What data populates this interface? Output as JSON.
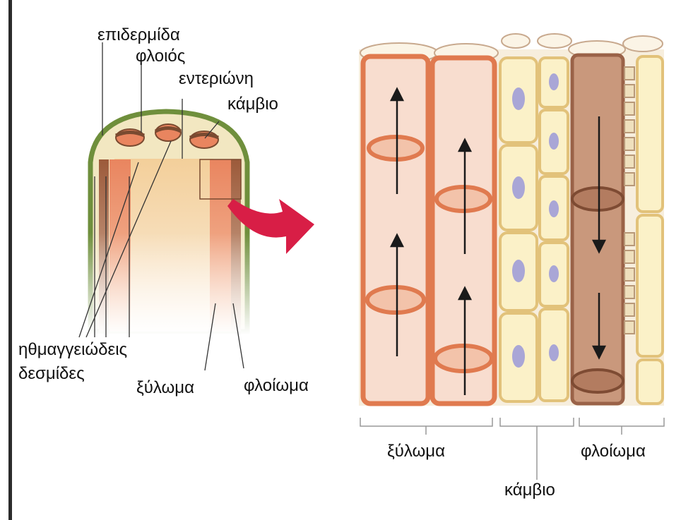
{
  "labels": {
    "epidermis": "επιδερμίδα",
    "cortex": "φλοιός",
    "pith": "εντεριώνη",
    "cambium_top": "κάμβιο",
    "vascular_bundles_1": "ηθμαγγειώδεις",
    "vascular_bundles_2": "δεσμίδες",
    "xylem_left": "ξύλωμα",
    "phloem_left": "φλοίωμα",
    "xylem_right": "ξύλωμα",
    "cambium_bottom": "κάμβιο",
    "phloem_right": "φλοίωμα"
  },
  "colors": {
    "xylem": "#e9855f",
    "xylem_light": "#f6d7c6",
    "cambium": "#f4e3a2",
    "phloem": "#b9785e",
    "cortex": "#f0e1b6",
    "epidermis": "#6f8f3c",
    "arrow": "#d81e46"
  }
}
